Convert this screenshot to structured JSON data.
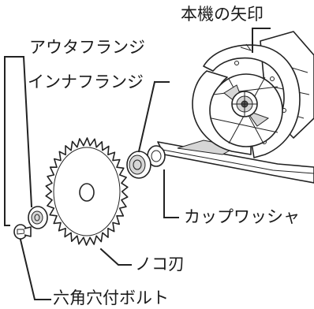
{
  "diagram": {
    "labels": {
      "arrow_mark": "本機の矢印",
      "outer_flange": "アウタフランジ",
      "inner_flange": "インナフランジ",
      "cup_washer": "カップワッシャ",
      "saw_blade": "ノコ刃",
      "hex_bolt": "六角穴付ボルト"
    },
    "colors": {
      "line": "#222222",
      "text": "#1a1a1a",
      "background": "#ffffff"
    }
  }
}
